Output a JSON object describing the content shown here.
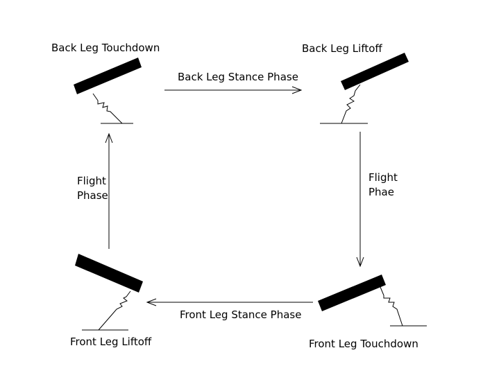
{
  "states": {
    "back_leg_touchdown": "Back Leg Touchdown",
    "back_leg_liftoff": "Back Leg Liftoff",
    "front_leg_touchdown": "Front Leg Touchdown",
    "front_leg_liftoff": "Front Leg Liftoff"
  },
  "transitions": {
    "back_leg_stance": "Back Leg Stance Phase",
    "front_leg_stance": "Front Leg Stance Phase",
    "flight_right": [
      "Flight",
      "Phae"
    ],
    "flight_left": [
      "Flight",
      "Phase"
    ]
  },
  "colors": {
    "ink": "#000000",
    "background": "#ffffff"
  }
}
